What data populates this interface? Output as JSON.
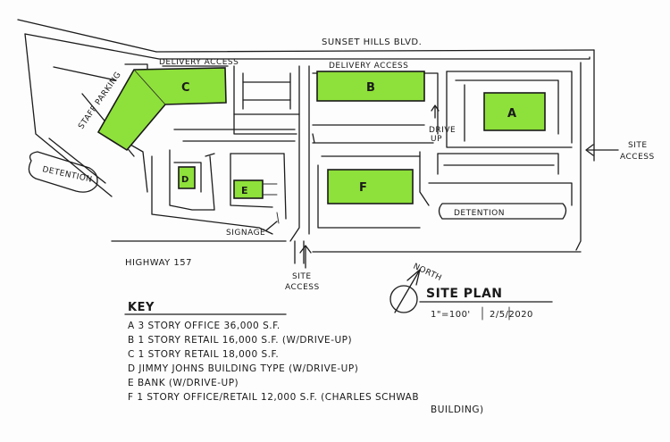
{
  "colors": {
    "building_fill": "#8ee03a",
    "building_dark": "#5ab81e",
    "ink": "#1c1c1c",
    "paper": "#fdfdfd"
  },
  "roads": {
    "north": "SUNSET HILLS BLVD.",
    "south": "HIGHWAY 157"
  },
  "labels": {
    "delivery_access_c": "DELIVERY ACCESS",
    "delivery_access_b": "DELIVERY ACCESS",
    "staff_parking": "STAFF PARKING",
    "detention_west": "DETENTION",
    "detention_south": "DETENTION",
    "drive_up_1": "DRIVE",
    "drive_up_2": "UP",
    "site_access_east_1": "SITE",
    "site_access_east_2": "ACCESS",
    "site_access_south_1": "SITE",
    "site_access_south_2": "ACCESS",
    "signage": "SIGNAGE"
  },
  "buildings": {
    "A": "A",
    "B": "B",
    "C": "C",
    "D": "D",
    "E": "E",
    "F": "F"
  },
  "key": {
    "heading": "KEY",
    "items": [
      "A  3 STORY OFFICE  36,000 S.F.",
      "B  1 STORY RETAIL  16,000 S.F.  (W/DRIVE-UP)",
      "C  1 STORY RETAIL  18,000 S.F.",
      "D  JIMMY JOHNS BUILDING TYPE (W/DRIVE-UP)",
      "E  BANK  (W/DRIVE-UP)",
      "F  1 STORY OFFICE/RETAIL  12,000 S.F.  (CHARLES SCHWAB"
    ],
    "continuation": "BUILDING)"
  },
  "title_block": {
    "north_label": "NORTH",
    "title": "SITE PLAN",
    "scale": "1\"=100'",
    "date": "2/5/2020"
  }
}
